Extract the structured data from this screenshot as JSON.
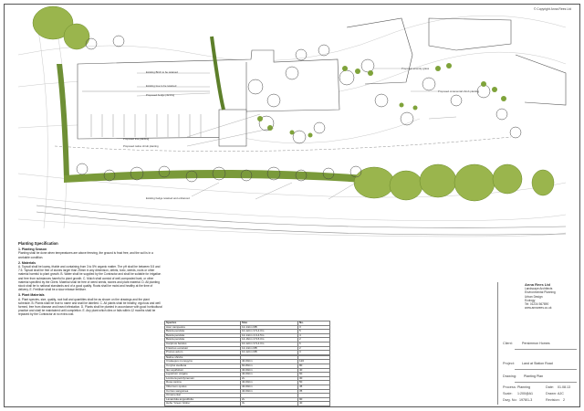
{
  "copyright": "© Copyright Anna Rees Ltd",
  "plan_labels": [
    "Existing Birch to be retained",
    "Existing tree to be retained",
    "Proposed hedge planting",
    "Proposed tree planting",
    "Proposed native shrub planting",
    "Proposed amenity grass",
    "Proposed ornamental shrub planting",
    "Existing hedge retained and enhanced"
  ],
  "spec": {
    "title": "Planting Specification",
    "s1_title": "1. Planting Season",
    "s1_text": "Planting shall be done when temperatures are above freezing, the ground is frost free, and the soil is in a workable condition.",
    "s2_title": "2. Materials",
    "s2_text": "A. Topsoil shall be loamy, friable and containing from 3 to 5% organic matter. The pH shall be between 5.5 and 7.5. Topsoil shall be free of stones larger than 25mm in any dimension, debris, toxic, weeds, roots or other material harmful to plant growth. B. Water shall be supplied by the Contractor and shall be suitable for irrigation and free from substances harmful to plant growth. C. Mulch shall consist of well-composted bark, or other material specified by the Client. Material shall be free of weed seeds, stones and plant material. D. All planting stock shall be to national standards and of a good quality. Roots shall be moist and healthy at the time of delivery. E. Fertiliser shall be a slow release fertiliser.",
    "s3_title": "3. Plant Materials",
    "s3_text": "A. Plant species, size, quality, root ball and quantities shall be as shown on the drawings and the plant schedule. B. Plants shall be true to name and shall be labelled. C. All plants shall be healthy, vigorous and well formed, free from disease and insect infestation. D. Plants shall be planted in accordance with good horticultural practice and shall be maintained until completion. E. Any plant which dies or fails within 12 months shall be replaced by the Contractor at no extra cost."
  },
  "schedule": {
    "headers": [
      "Species",
      "Size",
      "No."
    ],
    "rows": [
      [
        "Acer campestre",
        "12-14cm RB",
        "3"
      ],
      [
        "Betula pendula",
        "10-12cm 3.5-4.0m",
        "5"
      ],
      [
        "Betula pendula",
        "12-14cm 4.0-4.5m",
        "4"
      ],
      [
        "Betula pendula",
        "14-16cm 4.5-5.0m",
        "2"
      ],
      [
        "Carpinus betulus",
        "10-12cm 3.5-4.0m",
        "6"
      ],
      [
        "Fraxinus excelsior",
        "12-14cm RB",
        "2"
      ],
      [
        "Prunus avium",
        "10-12cm RB",
        "3"
      ],
      [
        "",
        "",
        ""
      ],
      [
        "Native shrubs",
        "",
        ""
      ],
      [
        "Crataegus monogyna",
        "40-60cm",
        "120"
      ],
      [
        "Corylus avellana",
        "60-80cm",
        "80"
      ],
      [
        "Ilex aquifolium",
        "40-60cm",
        "40"
      ],
      [
        "Ligustrum vulgare",
        "40-60cm",
        "60"
      ],
      [
        "Lonicera periclymenum",
        "2L",
        "30"
      ],
      [
        "Rosa canina",
        "40-60cm",
        "50"
      ],
      [
        "Viburnum opulus",
        "40-60cm",
        "45"
      ],
      [
        "Cornus sanguinea",
        "40-60cm",
        "35"
      ],
      [
        "Ornamental",
        "",
        ""
      ],
      [
        "Lavandula angustifolia",
        "2L",
        "90"
      ],
      [
        "Hebe 'Green Globe'",
        "3L",
        "40"
      ]
    ]
  },
  "title_block": {
    "logo_lines": [
      "Anna Rees Ltd",
      "Landscape Architects",
      "Environmental Planning",
      "Urban Design",
      "Ecology",
      "Tel: 01234 567890",
      "www.annarees.co.uk"
    ],
    "client_label": "Client:",
    "client_value": "Persimmon Homes",
    "project_label": "Project:",
    "project_value": "Land at Station Road",
    "drawing_label": "Drawing:",
    "drawing_value": "Planting Plan",
    "process_label": "Process:",
    "process_value": "Planning",
    "date_label": "Date:",
    "date_value": "01.08.13",
    "scale_label": "Scale:",
    "scale_value": "1:200@A1",
    "drawn_label": "Drawn:",
    "drawn_value": "AJC",
    "dwg_label": "Dwg. No:",
    "dwg_value": "1978/1-3",
    "rev_label": "Revision:",
    "rev_value": "2"
  }
}
